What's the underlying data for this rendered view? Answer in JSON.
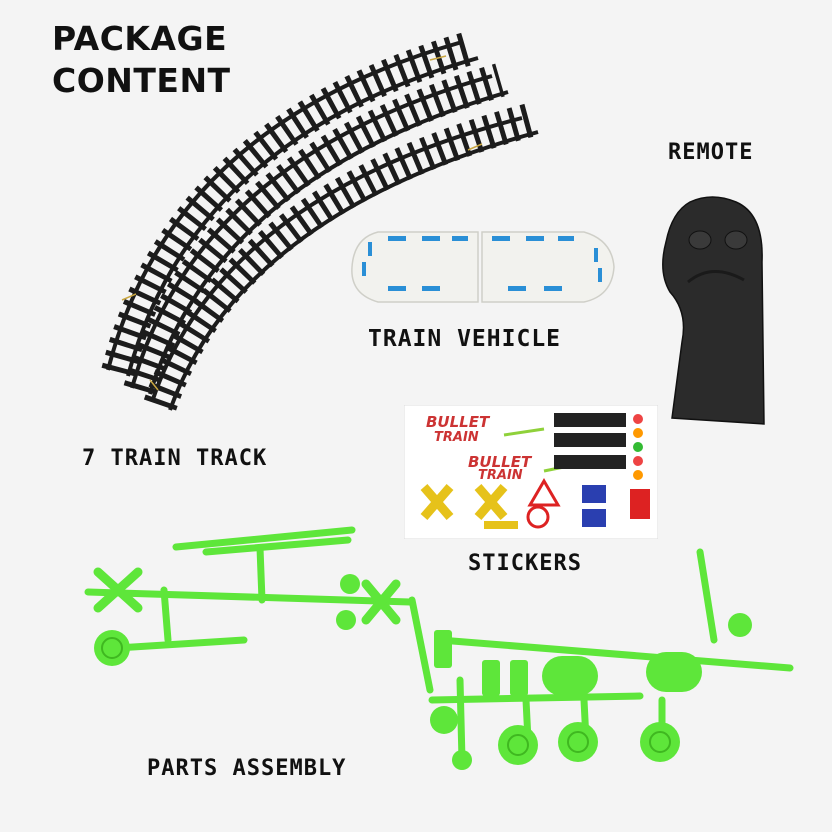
{
  "title": {
    "line1": "PACKAGE",
    "line2": "CONTENT"
  },
  "labels": {
    "remote": "REMOTE",
    "train_vehicle": "TRAIN VEHICLE",
    "train_track": "7 TRAIN TRACK",
    "stickers": "STICKERS",
    "parts_assembly": "PARTS ASSEMBLY"
  },
  "sticker_sheet": {
    "logo_line1": "BULLET",
    "logo_line2": "TRAIN"
  },
  "colors": {
    "background": "#f4f4f4",
    "track": "#1c1c1c",
    "train_body": "#f2f2ee",
    "train_accent": "#2a8fd6",
    "remote": "#2b2b2b",
    "parts": "#5ee63a"
  }
}
